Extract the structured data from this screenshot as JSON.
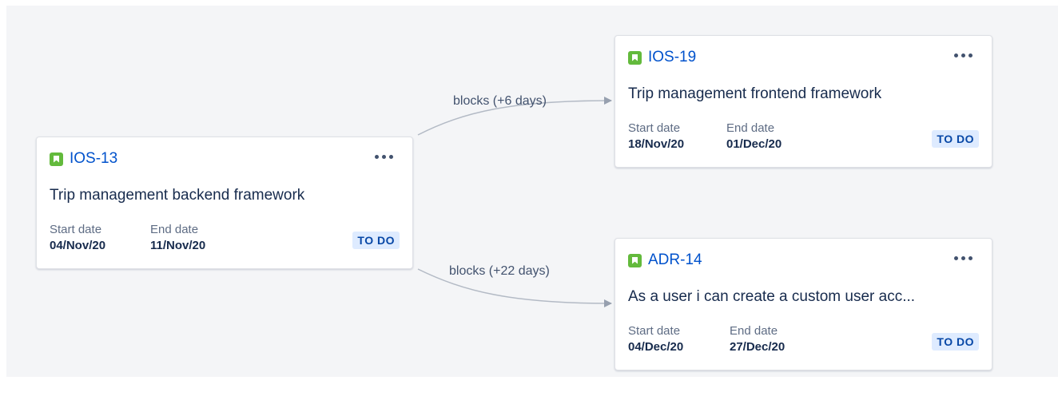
{
  "links": [
    {
      "label": "blocks (+6 days)"
    },
    {
      "label": "blocks (+22 days)"
    }
  ],
  "cards": [
    {
      "key": "IOS-13",
      "icon": "story-icon",
      "summary": "Trip management backend framework",
      "start_label": "Start date",
      "start_value": "04/Nov/20",
      "end_label": "End date",
      "end_value": "11/Nov/20",
      "status": "TO DO"
    },
    {
      "key": "IOS-19",
      "icon": "story-icon",
      "summary": "Trip management frontend framework",
      "start_label": "Start date",
      "start_value": "18/Nov/20",
      "end_label": "End date",
      "end_value": "01/Dec/20",
      "status": "TO DO"
    },
    {
      "key": "ADR-14",
      "icon": "story-icon",
      "summary": "As a user i can create a custom user acc...",
      "start_label": "Start date",
      "start_value": "04/Dec/20",
      "end_label": "End date",
      "end_value": "27/Dec/20",
      "status": "TO DO"
    }
  ],
  "colors": {
    "canvas_bg": "#f4f5f7",
    "link_blue": "#0052cc",
    "story_green": "#63ba3c",
    "status_bg": "#deebff",
    "status_text": "#0747a6",
    "connector": "#97a0af"
  }
}
